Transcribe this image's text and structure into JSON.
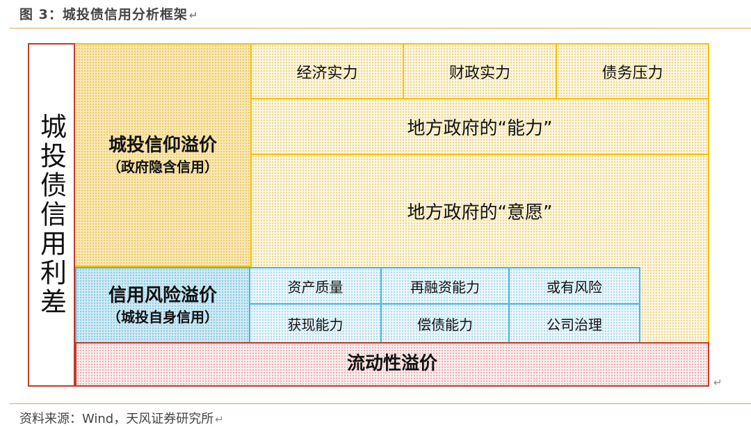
{
  "figure_title": "图 3：城投债信用分析框架",
  "left_label": "城投债信用利差",
  "premium_a": {
    "title": "城投信仰溢价",
    "subtitle": "（政府隐含信用）",
    "top_cells": [
      "经济实力",
      "财政实力",
      "债务压力"
    ],
    "ability": "地方政府的“能力”",
    "willingness": "地方政府的“意愿”"
  },
  "premium_b": {
    "title": "信用风险溢价",
    "subtitle": "（城投自身信用）",
    "row1": [
      "资产质量",
      "再融资能力",
      "或有风险"
    ],
    "row2": [
      "获现能力",
      "偿债能力",
      "公司治理"
    ]
  },
  "liquidity": "流动性溢价",
  "return_mark": "↵",
  "source": "资料来源：Wind，天风证券研究所",
  "colors": {
    "yellow_border": "#f2c200",
    "blue_border": "#45b5dc",
    "red_border": "#c0392b",
    "rule": "#e3a55a"
  }
}
